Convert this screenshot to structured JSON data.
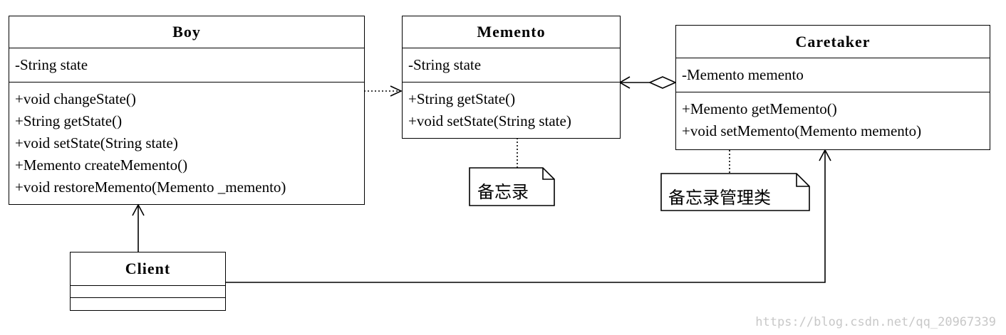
{
  "classes": {
    "boy": {
      "name": "Boy",
      "attributes": [
        "-String state"
      ],
      "operations": [
        "+void changeState()",
        "+String getState()",
        "+void setState(String state)",
        "+Memento createMemento()",
        "+void restoreMemento(Memento _memento)"
      ]
    },
    "memento": {
      "name": "Memento",
      "attributes": [
        "-String state"
      ],
      "operations": [
        "+String getState()",
        "+void setState(String state)"
      ]
    },
    "caretaker": {
      "name": "Caretaker",
      "attributes": [
        "-Memento memento"
      ],
      "operations": [
        "+Memento getMemento()",
        "+void setMemento(Memento memento)"
      ]
    },
    "client": {
      "name": "Client",
      "attributes": [],
      "operations": []
    }
  },
  "notes": {
    "memento_note": "备忘录",
    "caretaker_note": "备忘录管理类"
  },
  "watermark": "https://blog.csdn.net/qq_20967339"
}
